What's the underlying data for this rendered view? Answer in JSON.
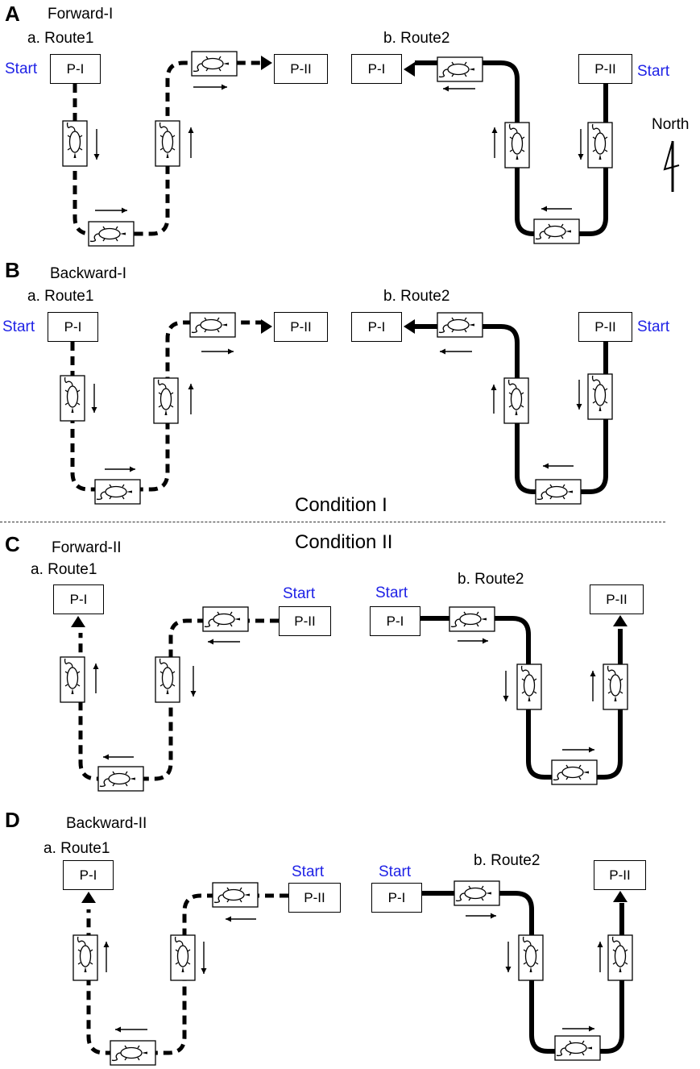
{
  "colors": {
    "start": "#1f22e6",
    "line": "#000000"
  },
  "labels": {
    "box_p1": "P-I",
    "box_p2": "P-II",
    "start": "Start",
    "route1": "a. Route1",
    "route2": "b. Route2",
    "north": "North"
  },
  "panels": [
    {
      "letter": "A",
      "title": "Forward-I"
    },
    {
      "letter": "B",
      "title": "Backward-I"
    },
    {
      "letter": "C",
      "title": "Forward-II"
    },
    {
      "letter": "D",
      "title": "Backward-II"
    }
  ],
  "conditions": {
    "one": "Condition I",
    "two": "Condition II"
  },
  "icons": {
    "rat": "rat-icon",
    "north": "north-arrow-icon"
  }
}
